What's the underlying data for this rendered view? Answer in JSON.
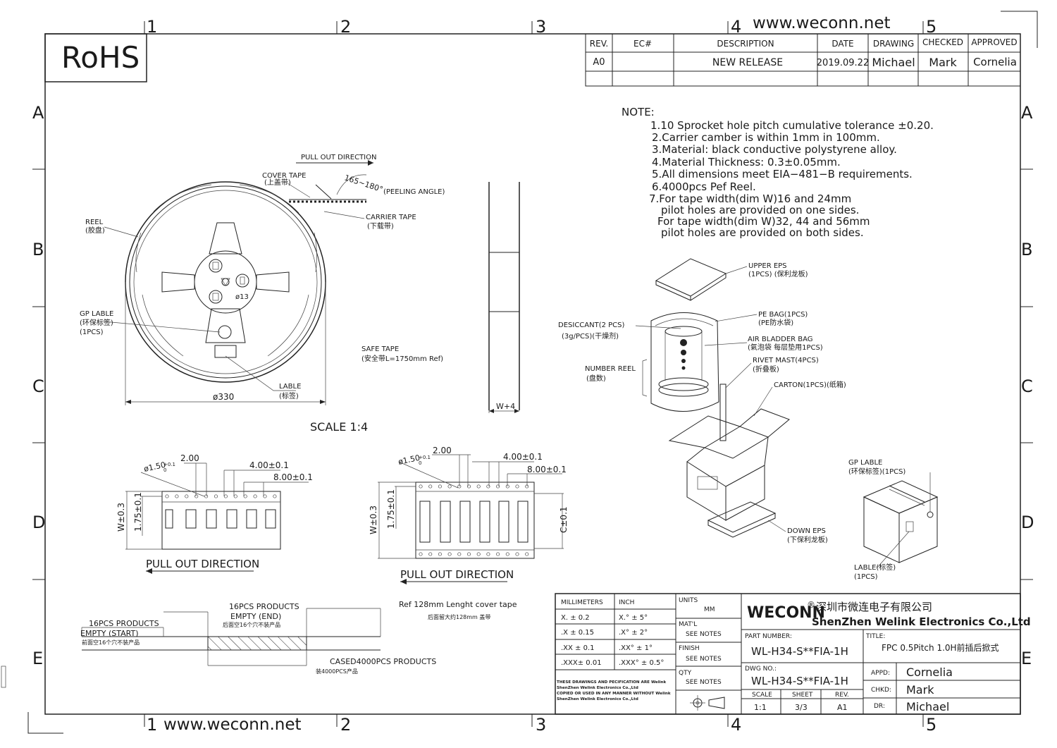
{
  "border": {
    "cols_top": [
      "1",
      "2",
      "3",
      "4",
      "5"
    ],
    "cols_bottom": [
      "1",
      "2",
      "3",
      "4",
      "5"
    ],
    "rows_left": [
      "A",
      "B",
      "C",
      "D",
      "E"
    ],
    "rows_right": [
      "A",
      "B",
      "C",
      "D",
      "E"
    ],
    "website_top": "www.weconn.net",
    "website_bottom": "www.weconn.net"
  },
  "rohs": "RoHS",
  "revision_table": {
    "headers": [
      "REV.",
      "EC#",
      "DESCRIPTION",
      "DATE",
      "DRAWING",
      "CHECKED",
      "APPROVED"
    ],
    "row": [
      "A0",
      "",
      "NEW RELEASE",
      "2019.09.22",
      "Michael",
      "Mark",
      "Cornelia"
    ]
  },
  "notes": {
    "title": "NOTE:",
    "lines": [
      "1.10 Sprocket hole pitch cumulative tolerance ±0.20.",
      "2.Carrier camber is within 1mm in 100mm.",
      "3.Material: black conductive polystyrene alloy.",
      "4.Material Thickness: 0.3±0.05mm.",
      "5.All dimensions meet EIA−481−B requirements.",
      "6.4000pcs Pef Reel.",
      "7.For tape width(dim W)16 and 24mm",
      "pilot holes are provided on one sides.",
      "For tape width(dim W)32, 44 and 56mm",
      "pilot holes are provided on both sides."
    ]
  },
  "reel": {
    "pull_out": "PULL OUT DIRECTION",
    "cover_tape": "COVER TAPE",
    "cover_tape_cn": "(上盖带)",
    "peel_angle": "165~180°",
    "peeling_angle": "(PEELING ANGLE)",
    "carrier_tape": "CARRIER TAPE",
    "carrier_tape_cn": "(下载带)",
    "reel": "REEL",
    "reel_cn": "(胶盘)",
    "hub": "ø13",
    "gp_lable": "GP LABLE",
    "gp_lable_cn": "(环保标签)",
    "gp_lable_qty": "(1PCS)",
    "lable": "LABLE",
    "lable_cn": "(标签)",
    "diameter": "ø330",
    "safe_tape": "SAFE TAPE",
    "safe_tape_len": "(安全带L=1750mm Ref)",
    "scale": "SCALE 1:4",
    "side_width": "W+4"
  },
  "packing": {
    "upper_eps": "UPPER EPS",
    "upper_eps_cn": "(1PCS) (保利龙板)",
    "pe_bag": "PE BAG(1PCS)",
    "pe_bag_cn": "(PE防水袋)",
    "desiccant": "DESICCANT(2 PCS)",
    "desiccant_cn": "(3g/PCS)(干燥剂)",
    "air_bag": "AIR BLADDER BAG",
    "air_bag_cn": "(氣泡袋 每层垫用1PCS)",
    "rivet": "RIVET MAST(4PCS)",
    "rivet_cn": "(折叠板)",
    "number_reel": "NUMBER REEL",
    "number_reel_cn": "(盘数)",
    "carton": "CARTON(1PCS)(纸箱)",
    "down_eps": "DOWN EPS",
    "down_eps_cn": "(下保利龙板)",
    "gp_lable": "GP LABLE",
    "gp_lable_cn": "(环保标签)(1PCS)",
    "lable": "LABLE(标签)",
    "lable_qty": "(1PCS)"
  },
  "tape1": {
    "hole_dia": "ø1.50",
    "hole_tol_top": "+0.1",
    "hole_tol_bot": "0",
    "pitch_small": "2.00",
    "pitch_hole": "4.00±0.1",
    "pitch_part": "8.00±0.1",
    "width": "W±0.3",
    "offset": "1.75±0.1",
    "direction": "PULL OUT DIRECTION"
  },
  "tape2": {
    "hole_dia": "ø1.50",
    "hole_tol_top": "+0.1",
    "hole_tol_bot": "0",
    "pitch_small": "2.00",
    "pitch_hole": "4.00±0.1",
    "pitch_part": "8.00±0.1",
    "width": "W±0.3",
    "offset": "1.75±0.1",
    "center": "C±0.1",
    "direction": "PULL OUT DIRECTION"
  },
  "leader": {
    "start_products": "16PCS PRODUCTS",
    "start_empty": "EMPTY (START)",
    "start_cn": "前面空16个穴不装产品",
    "end_products": "16PCS PRODUCTS",
    "end_empty": "EMPTY (END)",
    "end_cn": "后面空16个穴不装产品",
    "cover_ref": "Ref 128mm Lenght cover tape",
    "cover_cn": "后面留大约128mm 盖带",
    "cased": "CASED4000PCS PRODUCTS",
    "cased_cn": "装4000PCS产品"
  },
  "title_block": {
    "tol_headers": [
      "MILLIMETERS",
      "INCH"
    ],
    "mm": [
      "X.   ± 0.2",
      ".X   ± 0.15",
      ".XX  ± 0.1",
      ".XXX± 0.01"
    ],
    "inch": [
      "X.°  ± 5°",
      ".X°  ± 2°",
      ".XX° ± 1°",
      ".XXX° ± 0.5°"
    ],
    "units_label": "UNITS",
    "units_value": "MM",
    "matl_label": "MAT'L",
    "matl_value": "SEE NOTES",
    "finish_label": "FINISH",
    "finish_value": "SEE NOTES",
    "qty_label": "QTY",
    "qty_value": "SEE NOTES",
    "legal": [
      "THESE DRAWINGS AND PECIFICATION  ARE Welink",
      "ShenZhen Welink Electronics Co.,Ltd",
      "COPIED OR USED IN ANY MANNER WITHOUT Welink",
      "ShenZhen Welink Electronics Co.,Ltd"
    ],
    "brand": "WECONN",
    "reg": "®",
    "company_cn": "深圳市微连电子有限公司",
    "company_en": "ShenZhen Welink Electronics Co.,Ltd",
    "part_label": "PART NUMBER:",
    "part_value": "WL-H34-S**FIA-1H",
    "title_label": "TITLE:",
    "title_value": "FPC 0.5Pitch 1.0H前插后掀式",
    "dwg_label": "DWG NO.:",
    "dwg_value": "WL-H34-S**FIA-1H",
    "scale_label": "SCALE",
    "scale_value": "1:1",
    "sheet_label": "SHEET",
    "sheet_value": "3/3",
    "rev_label": "REV.",
    "rev_value": "A1",
    "appd_label": "APPD:",
    "appd_value": "Cornelia",
    "chkd_label": "CHKD:",
    "chkd_value": "Mark",
    "dr_label": "DR:",
    "dr_value": "Michael"
  }
}
